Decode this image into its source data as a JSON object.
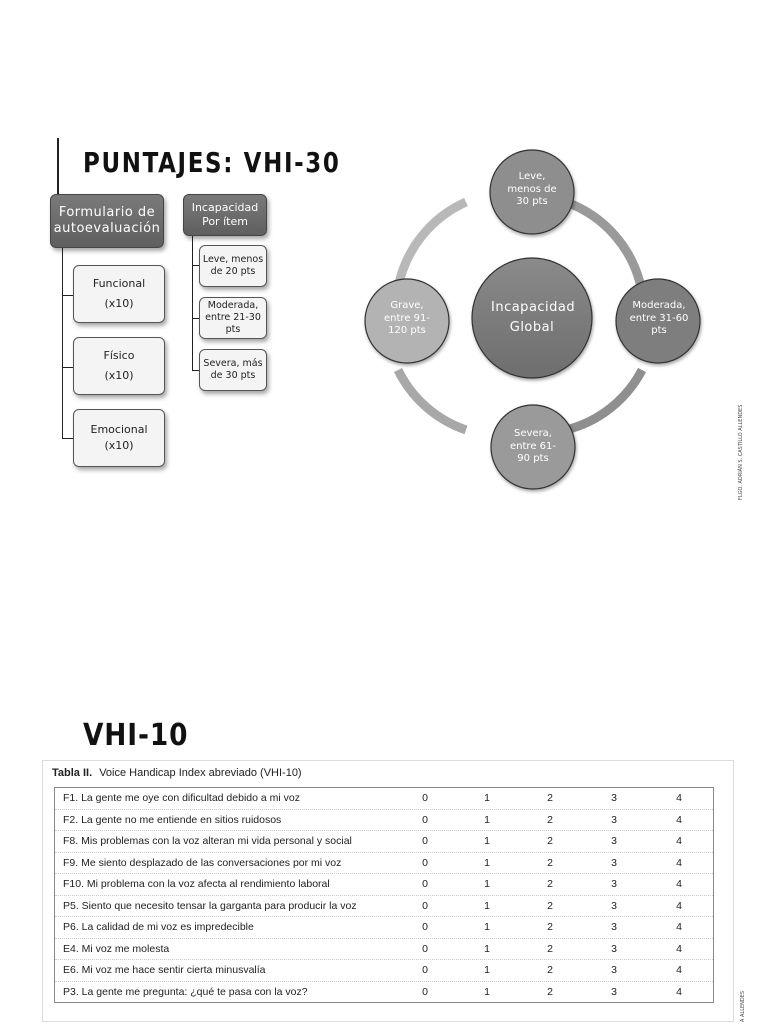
{
  "slide1": {
    "title": "PUNTAJES: VHI-30",
    "form_box": "Formulario de autoevaluación",
    "categories": [
      {
        "name": "Funcional",
        "mult": "(x10)"
      },
      {
        "name": "Físico",
        "mult": "(x10)"
      },
      {
        "name": "Emocional",
        "mult": "(x10)"
      }
    ],
    "item_box": "Incapacidad Por ítem",
    "item_levels": [
      "Leve, menos de 20 pts",
      "Moderada, entre 21-30 pts",
      "Severa, más de 30 pts"
    ],
    "cycle_center": "Incapacidad Global",
    "cycle_nodes": {
      "top": "Leve, menos de 30 pts",
      "right": "Moderada, entre 31-60 pts",
      "bottom": "Severa, entre 61-90 pts",
      "left": "Grave, entre 91-120 pts"
    },
    "credit": "FLGO. ADRIÁN S. CASTILLO ALLENDES"
  },
  "slide2": {
    "title": "VHI-10",
    "table_label": "Tabla II.",
    "table_caption": "Voice Handicap Index abreviado (VHI-10)",
    "scale": [
      "0",
      "1",
      "2",
      "3",
      "4"
    ],
    "rows": [
      "F1. La gente me oye con dificultad debido a mi voz",
      "F2. La gente no me entiende en sitios ruidosos",
      "F8. Mis problemas con la voz alteran mi vida personal y social",
      "F9. Me siento desplazado de las conversaciones por mi voz",
      "F10. Mi problema con la voz afecta al rendimiento laboral",
      "P5. Siento que necesito tensar la garganta para producir la voz",
      "P6. La calidad de mi voz es impredecible",
      "E4. Mi voz me molesta",
      "E6. Mi voz me hace sentir cierta minusvalía",
      "P3. La gente me pregunta: ¿qué te pasa con la voz?"
    ],
    "credit": "A ALLENDES"
  }
}
